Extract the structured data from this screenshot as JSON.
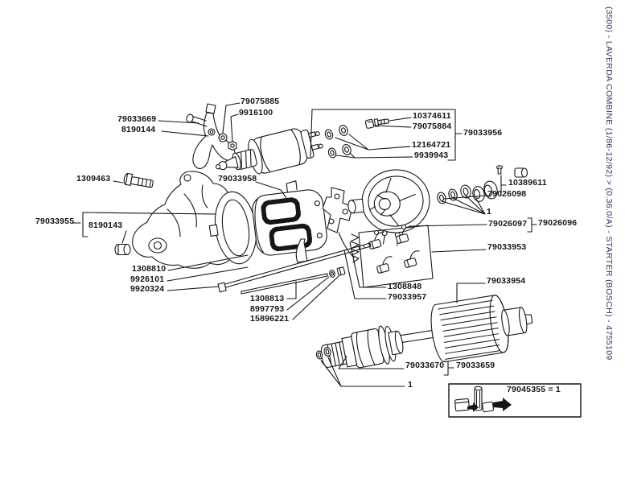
{
  "colors": {
    "background": "#ffffff",
    "ink": "#161616",
    "sidebar_text": "#333366"
  },
  "sidebar": {
    "title": "(3500) - LAVERDA COMBINE (1/86-12/92) > (0.36.0/A) - STARTER (BOSCH) - 4755109"
  },
  "diagram": {
    "type": "exploded-parts-diagram",
    "subject": "starter motor",
    "labels": [
      {
        "text": "79075885"
      },
      {
        "text": "9916100"
      },
      {
        "text": "79033669"
      },
      {
        "text": "8190144"
      },
      {
        "text": "10374611"
      },
      {
        "text": "79075884"
      },
      {
        "text": "79033956"
      },
      {
        "text": "12164721"
      },
      {
        "text": "9939943"
      },
      {
        "text": "1309463"
      },
      {
        "text": "79033958"
      },
      {
        "text": "10389611"
      },
      {
        "text": "79026098"
      },
      {
        "text": "79033955"
      },
      {
        "text": "8190143"
      },
      {
        "text": "1"
      },
      {
        "text": "79026097"
      },
      {
        "text": "79026096"
      },
      {
        "text": "79033953"
      },
      {
        "text": "1308810"
      },
      {
        "text": "9926101"
      },
      {
        "text": "9920324"
      },
      {
        "text": "1308813"
      },
      {
        "text": "8997793"
      },
      {
        "text": "15896221"
      },
      {
        "text": "1308848"
      },
      {
        "text": "79033957"
      },
      {
        "text": "79033954"
      },
      {
        "text": "79033670"
      },
      {
        "text": "79033659"
      },
      {
        "text": "1"
      },
      {
        "text": "79045355 = 1"
      }
    ]
  }
}
